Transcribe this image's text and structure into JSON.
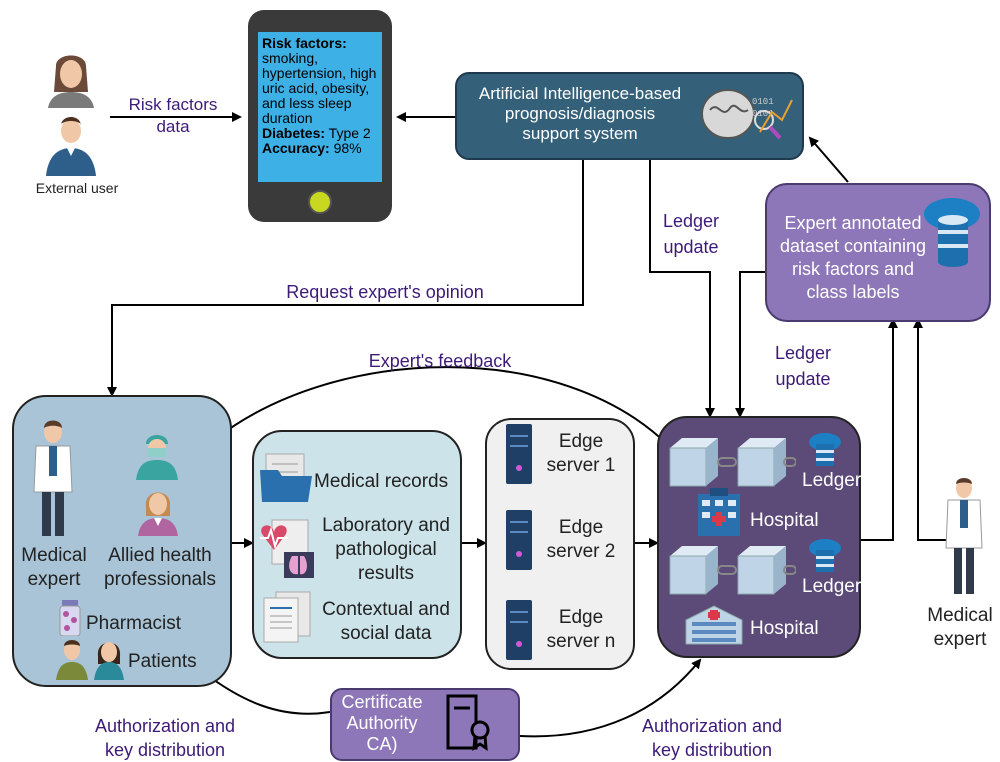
{
  "external_user": {
    "label": "External user"
  },
  "risk_factors_data": {
    "line1": "Risk factors",
    "line2": "data"
  },
  "phone": {
    "risk_factors_title": "Risk factors:",
    "risk_lines": [
      "smoking,",
      "hypertension, high",
      "uric acid, obesity,",
      "and less sleep",
      "duration"
    ],
    "diabetes_label": "Diabetes:",
    "diabetes_value": "Type 2",
    "accuracy_label": "Accuracy:",
    "accuracy_value": "98%"
  },
  "ai_system": {
    "line1": "Artificial Intelligence-based",
    "line2": "prognosis/diagnosis",
    "line3": "support system"
  },
  "ledger_update_top": {
    "line1": "Ledger",
    "line2": "update"
  },
  "expert_dataset": {
    "line1": "Expert annotated",
    "line2": "dataset containing",
    "line3": "risk factors and",
    "line4": "class labels"
  },
  "ledger_update_right": {
    "line1": "Ledger",
    "line2": "update"
  },
  "request_opinion": "Request expert's opinion",
  "expert_feedback": "Expert's feedback",
  "stakeholders": {
    "medical_expert": [
      "Medical",
      "expert"
    ],
    "allied": [
      "Allied health",
      "professionals"
    ],
    "pharmacist": "Pharmacist",
    "patients": "Patients"
  },
  "data_box": {
    "medical_records": "Medical records",
    "lab": [
      "Laboratory and",
      "pathological",
      "results"
    ],
    "contextual": [
      "Contextual and",
      "social data"
    ]
  },
  "edge": {
    "s1": [
      "Edge",
      "server 1"
    ],
    "s2": [
      "Edge",
      "server 2"
    ],
    "sn": [
      "Edge",
      "server n"
    ]
  },
  "chain": {
    "ledger1": "Ledger",
    "hospital1": "Hospital",
    "ledger2": "Ledger",
    "hospital2": "Hospital"
  },
  "medical_expert_right": [
    "Medical",
    "expert"
  ],
  "ca": [
    "Certificate",
    "Authority",
    "CA)"
  ],
  "auth_left": [
    "Authorization and",
    "key distribution"
  ],
  "auth_right": [
    "Authorization and",
    "key distribution"
  ],
  "colors": {
    "ai_box": "#35607a",
    "dataset_box": "#8e77b8",
    "stakeholder_box": "#a8c4d6",
    "data_box": "#cde3ea",
    "edge_box": "#f0f0f0",
    "chain_box": "#5c4a78",
    "ca_box": "#8e77b8",
    "label_text": "#3d1a78"
  }
}
